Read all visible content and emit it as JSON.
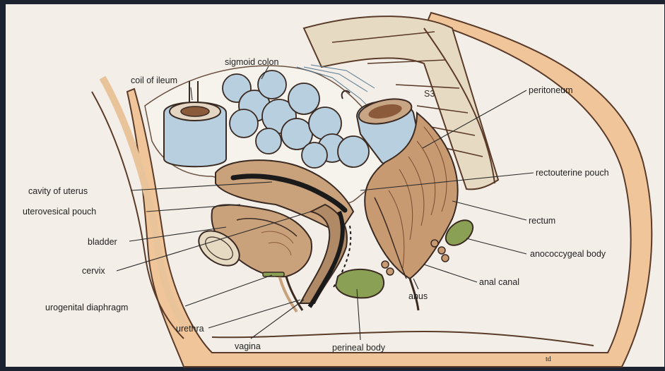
{
  "labels": {
    "coil_of_ileum": "coil of ileum",
    "sigmoid_colon": "sigmoid colon",
    "s3": "S3",
    "peritoneum": "peritoneum",
    "rectouterine_pouch": "rectouterine pouch",
    "cavity_of_uterus": "cavity of uterus",
    "uterovesical_pouch": "uterovesical pouch",
    "bladder": "bladder",
    "cervix": "cervix",
    "rectum": "rectum",
    "anococcygeal_body": "anococcygeal body",
    "anal_canal": "anal canal",
    "anus": "anus",
    "urogenital_diaphragm": "urogenital diaphragm",
    "urethra": "urethra",
    "vagina": "vagina",
    "perineal_body": "perineal body",
    "signature": "td"
  },
  "colors": {
    "page": "#f3efe8",
    "skin": "#f0c59a",
    "skin_edge": "#5a3a28",
    "intestine_blue": "#b8cfdf",
    "uterus_tan": "#c9a27c",
    "muscle_brown": "#b07a58",
    "fat_green": "#8aa055",
    "cavity_black": "#1a1a1a",
    "bone": "#e7dac3"
  }
}
